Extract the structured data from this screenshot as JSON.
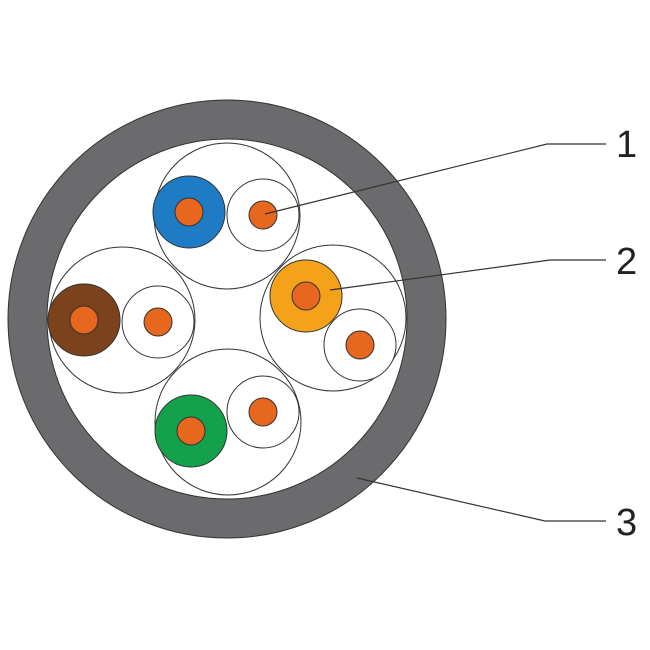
{
  "colors": {
    "jacket": "#6b6b6d",
    "pair_outline": "#333333",
    "insulation_white": "#ffffff",
    "conductor": "#e8671f",
    "blue": "#1e7cc4",
    "brown": "#7b421b",
    "orange": "#f5a21b",
    "green": "#14a14c",
    "leader_line": "#333333"
  },
  "callouts": [
    {
      "label": "1"
    },
    {
      "label": "2"
    },
    {
      "label": "3"
    }
  ]
}
